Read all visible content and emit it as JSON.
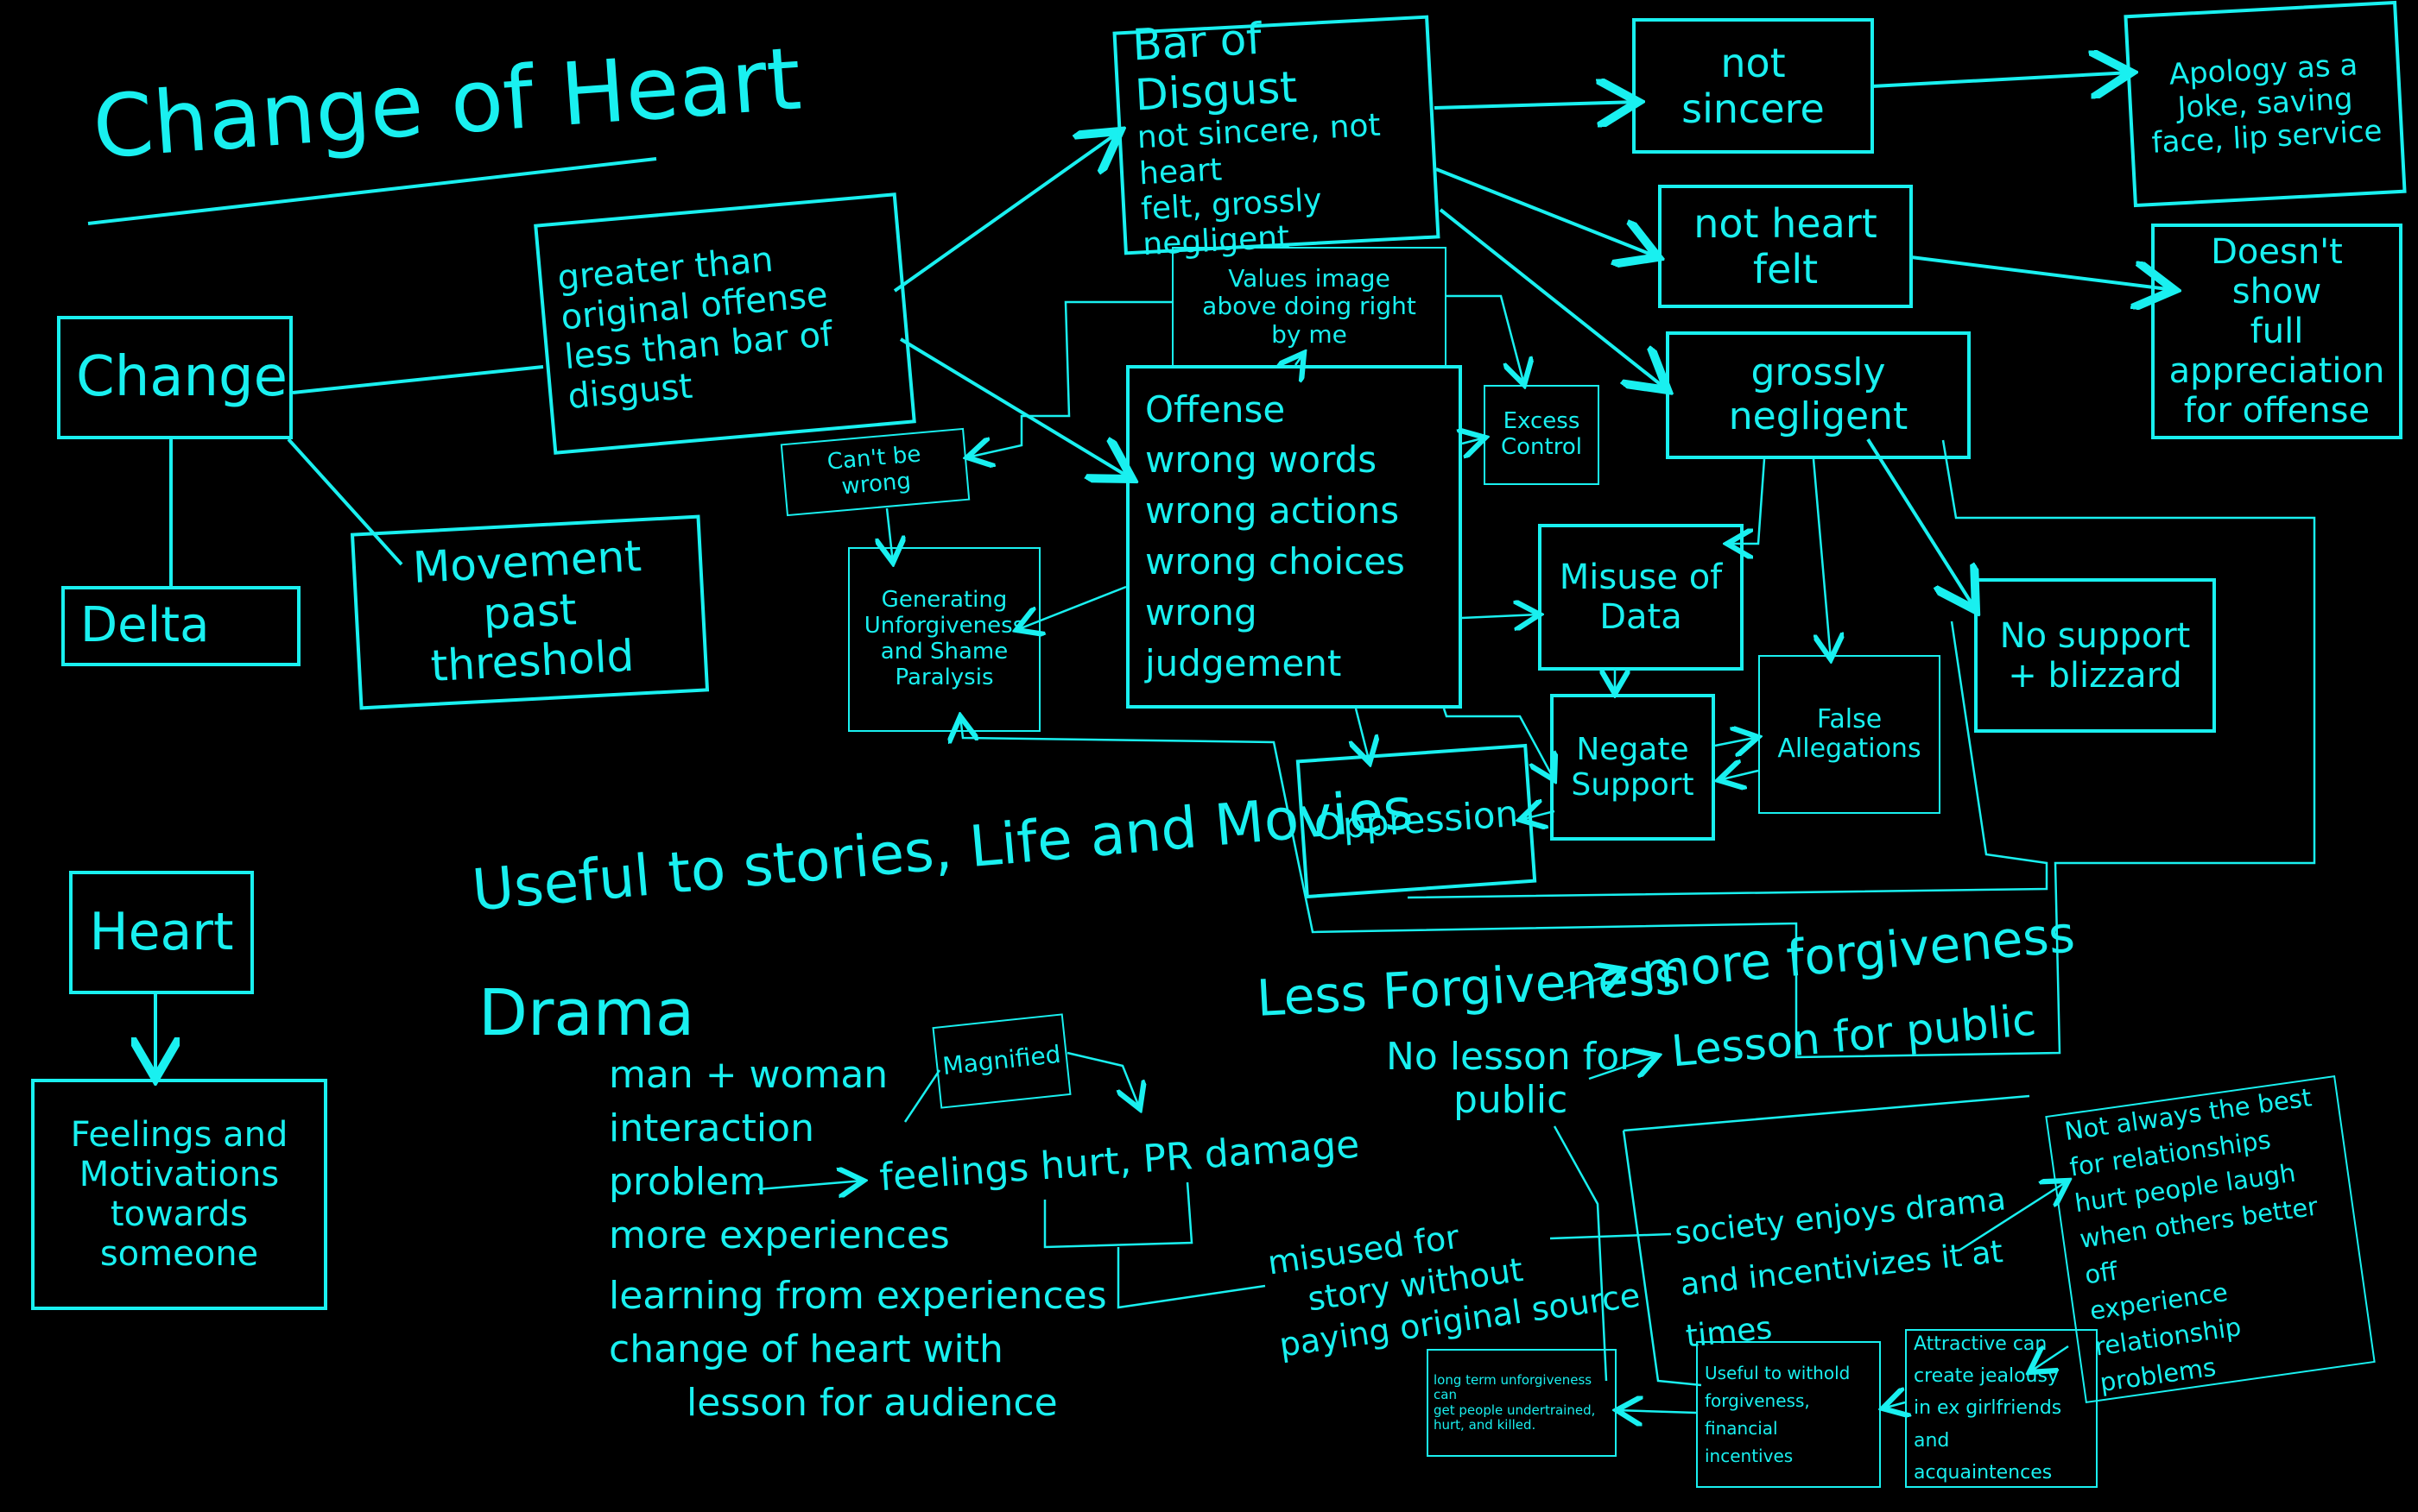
{
  "title": "Change of Heart",
  "nodes": {
    "change": "Change",
    "delta": "Delta",
    "movement": [
      "Movement past",
      "threshold"
    ],
    "greater_than": [
      "greater than",
      "original offense",
      "less than bar of",
      "disgust"
    ],
    "bar_of_disgust": [
      "Bar of Disgust",
      "not sincere, not heart",
      "felt, grossly negligent"
    ],
    "not_sincere": "not sincere",
    "apology": [
      "Apology as a",
      "Joke, saving",
      "face, lip service"
    ],
    "not_heart_felt": "not heart felt",
    "doesnt_show": [
      "Doesn't show",
      "full appreciation",
      "for offense"
    ],
    "grossly_negligent": "grossly negligent",
    "values_image": [
      "Values image",
      "above doing right by me"
    ],
    "cant_be_wrong": "Can't be wrong",
    "generating": [
      "Generating",
      "Unforgiveness",
      "and Shame",
      "Paralysis"
    ],
    "offense": [
      "Offense",
      "wrong words",
      "wrong actions",
      "wrong choices",
      "wrong judgement"
    ],
    "excess_control": [
      "Excess",
      "Control"
    ],
    "misuse_of_data": [
      "Misuse of",
      "Data"
    ],
    "negate_support": [
      "Negate",
      "Support"
    ],
    "false_allegations": [
      "False",
      "Allegations"
    ],
    "oppression": "Oppression",
    "no_support": [
      "No support",
      "+ blizzard"
    ],
    "heart": "Heart",
    "feelings": [
      "Feelings and",
      "Motivations",
      "towards someone"
    ]
  },
  "useful": "Useful to stories, Life and Movies",
  "drama": {
    "title": "Drama",
    "lines": [
      "man + woman",
      "interaction",
      "problem",
      "more experiences",
      "learning from experiences",
      "change of heart with",
      "lesson for audience"
    ],
    "magnified": "Magnified",
    "feelings_hurt": "feelings hurt, PR damage",
    "misused": [
      "misused for",
      "story without",
      "paying original source"
    ]
  },
  "forgiveness": {
    "less": "Less Forgiveness",
    "more": "more forgiveness",
    "no_lesson": [
      "No lesson for",
      "public"
    ],
    "lesson": "Lesson for public"
  },
  "society": [
    "society enjoys drama",
    "and incentivizes it at",
    "times"
  ],
  "not_always": [
    "Not always the best",
    "for relationships",
    "hurt people laugh",
    "when others better off",
    "experience relationship",
    "problems"
  ],
  "long_term": [
    "long term unforgiveness can",
    "get people undertrained,",
    "hurt, and killed."
  ],
  "useful_withold": [
    "Useful to withold",
    "forgiveness, financial",
    "incentives"
  ],
  "attractive": [
    "Attractive can",
    "create jealousy",
    "in ex girlfriends",
    "and acquaintences"
  ],
  "colors": {
    "ink": "#19f0f0",
    "background": "#000000"
  }
}
